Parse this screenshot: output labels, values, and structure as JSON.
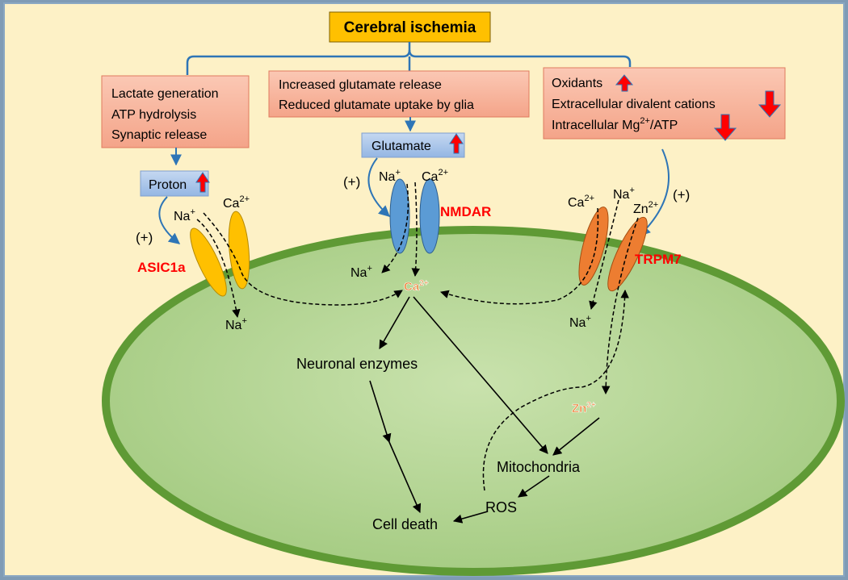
{
  "title": "Cerebral ischemia",
  "causes": {
    "left": [
      "Lactate generation",
      "ATP hydrolysis",
      "Synaptic release"
    ],
    "middle": [
      "Increased glutamate release",
      "Reduced  glutamate uptake by glia"
    ],
    "right": {
      "oxidants": "Oxidants",
      "divalent": "Extracellular divalent cations",
      "mg_prefix": "Intracellular Mg",
      "mg_sup": "2+",
      "mg_suffix": "/ATP"
    }
  },
  "triggers": {
    "proton": "Proton",
    "glutamate": "Glutamate"
  },
  "channels": {
    "asic": "ASIC1a",
    "nmdar": "NMDAR",
    "trpm": "TRPM7"
  },
  "ions": {
    "na": "Na",
    "na_sup": "+",
    "ca": "Ca",
    "ca_sup": "2+",
    "zn": "Zn",
    "zn_sup": "2+"
  },
  "plus": "(+)",
  "nodes": {
    "enzymes": "Neuronal enzymes",
    "mito": "Mitochondria",
    "ros": "ROS",
    "death": "Cell death"
  },
  "colors": {
    "cause_box": "#f7b09a",
    "trigger_box": "#a9c4e8",
    "title_box": "#ffc000",
    "asic": "#ffc000",
    "nmdar": "#5b9bd5",
    "trpm": "#ed7d31",
    "label_red": "#ff0000",
    "up_arrow": "#ff0000",
    "down_arrow": "#ff0000"
  }
}
